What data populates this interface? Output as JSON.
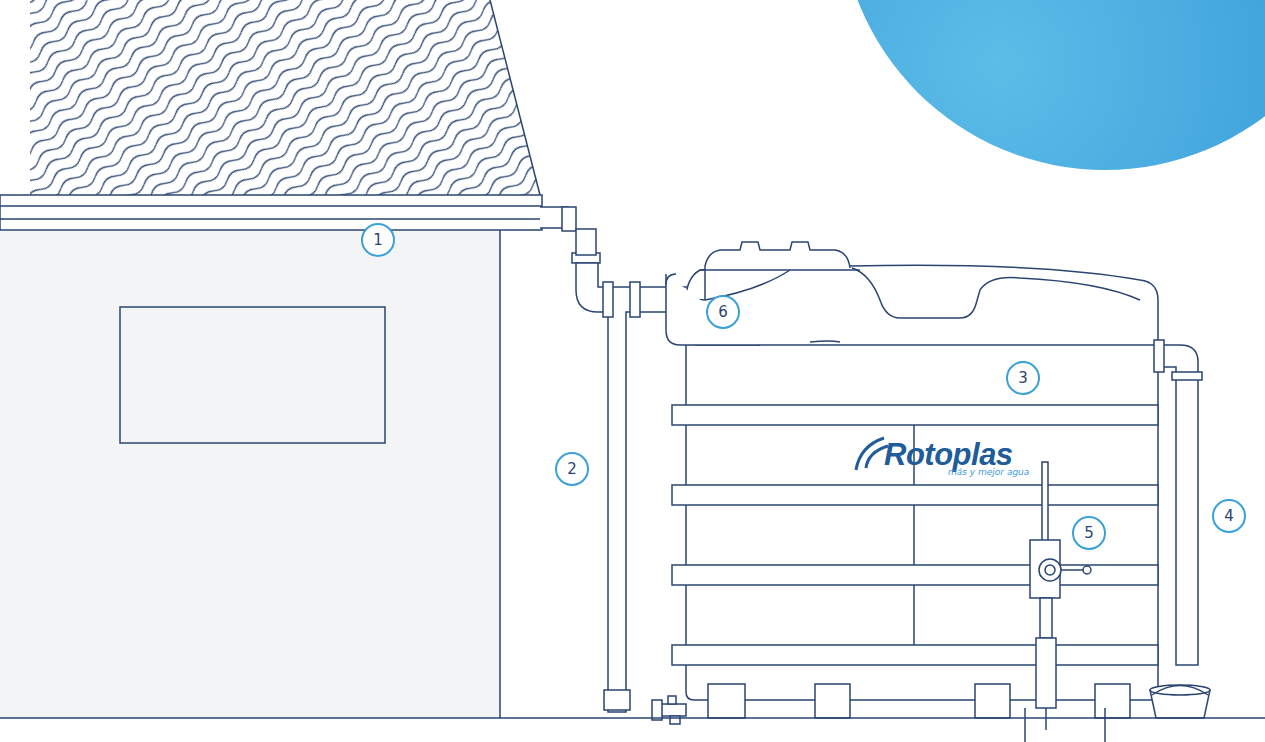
{
  "diagram": {
    "labels": [
      "1",
      "6",
      "3",
      "2",
      "Rotoplas",
      "más y mejor agua",
      "5",
      "4"
    ]
  }
}
